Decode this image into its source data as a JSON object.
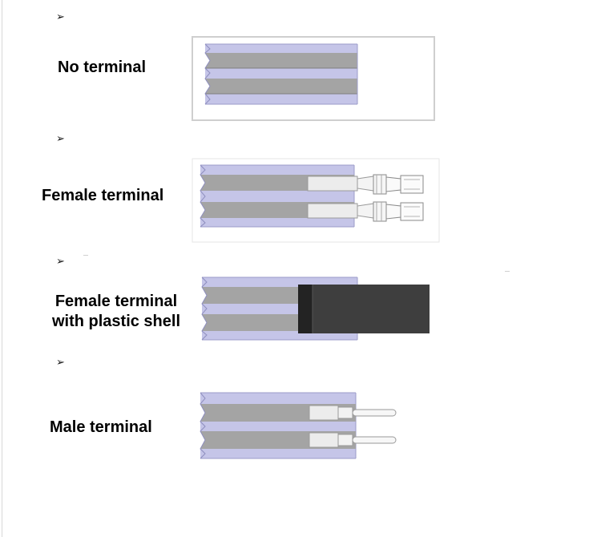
{
  "bullet_glyph": "➢",
  "items": [
    {
      "label": "No terminal"
    },
    {
      "label": "Female terminal"
    },
    {
      "label_line1": "Female terminal",
      "label_line2": "with plastic shell"
    },
    {
      "label": "Male terminal"
    }
  ],
  "colors": {
    "cable_jacket": "#c5c5e8",
    "conductor": "#a4a4a4",
    "terminal_metal": "#ececec",
    "plastic_shell": "#3e3e3e",
    "shell_edge": "#232323",
    "panel_border": "#cfcfcf"
  },
  "icons": [
    "arrow-bullet-icon"
  ]
}
